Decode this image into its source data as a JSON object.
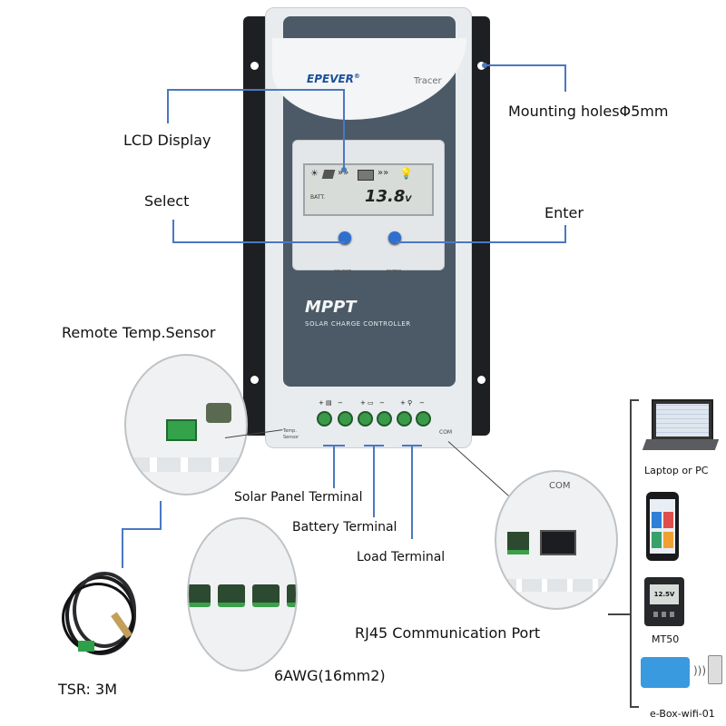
{
  "device": {
    "brand": "EPEVER",
    "registered_mark": "®",
    "model": "Tracer",
    "lcd_batt": "BATT.",
    "lcd_value": "13.8",
    "lcd_unit": "V",
    "btn_select": "SELECT",
    "btn_enter": "ENTER",
    "mppt": "MPPT",
    "subtitle": "SOLAR CHARGE CONTROLLER",
    "temp_sensor": "Temp. Sensor",
    "com": "COM",
    "terminal_signs": [
      "+",
      "−",
      "+",
      "−",
      "+",
      "−"
    ]
  },
  "callouts": {
    "mounting": "Mounting holesΦ5mm",
    "lcd": "LCD Display",
    "select": "Select",
    "enter": "Enter",
    "remote_temp": "Remote Temp.Sensor",
    "solar": "Solar Panel Terminal",
    "battery": "Battery Terminal",
    "load": "Load Terminal",
    "rj45": "RJ45 Communication Port",
    "tsr": "TSR: 3M",
    "awg": "6AWG(16mm2)"
  },
  "zoom_com_label": "COM",
  "accessories": [
    "Laptop or PC",
    "MT50",
    "e-Box-wifi-01"
  ],
  "mt50_lcd": "12.5V",
  "colors": {
    "panel": "#4b5a66",
    "callout_line": "#4a78c2",
    "terminal_green": "#3a9a4a",
    "button_blue": "#2f6fd0"
  }
}
